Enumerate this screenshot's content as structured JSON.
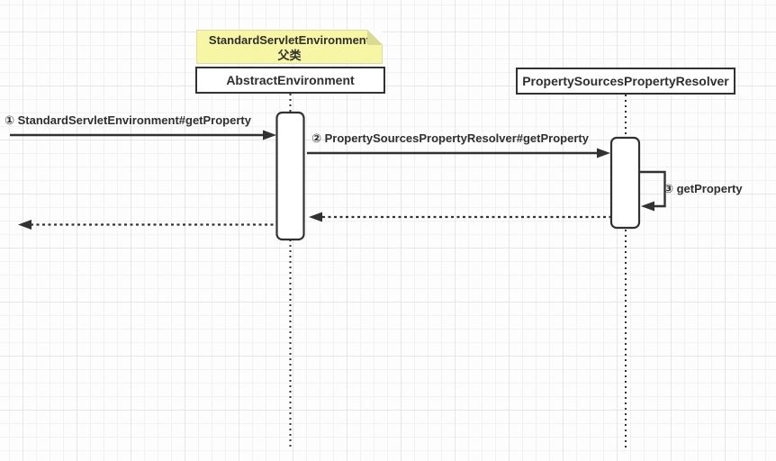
{
  "diagram": {
    "note": {
      "title": "StandardServletEnvironment",
      "subtitle": "父类"
    },
    "participants": [
      {
        "name": "AbstractEnvironment"
      },
      {
        "name": "PropertySourcesPropertyResolver"
      }
    ],
    "messages": [
      {
        "label": "① StandardServletEnvironment#getProperty"
      },
      {
        "label": "② PropertySourcesPropertyResolver#getProperty"
      },
      {
        "label": "③ getProperty"
      }
    ],
    "colors": {
      "stroke": "#323232",
      "note_fill": "#f6f6a5",
      "note_fold": "#d9dc90",
      "grid_minor": "#f2f2f2",
      "grid_major": "#e6e6e6",
      "background": "#fdfdfd"
    }
  }
}
